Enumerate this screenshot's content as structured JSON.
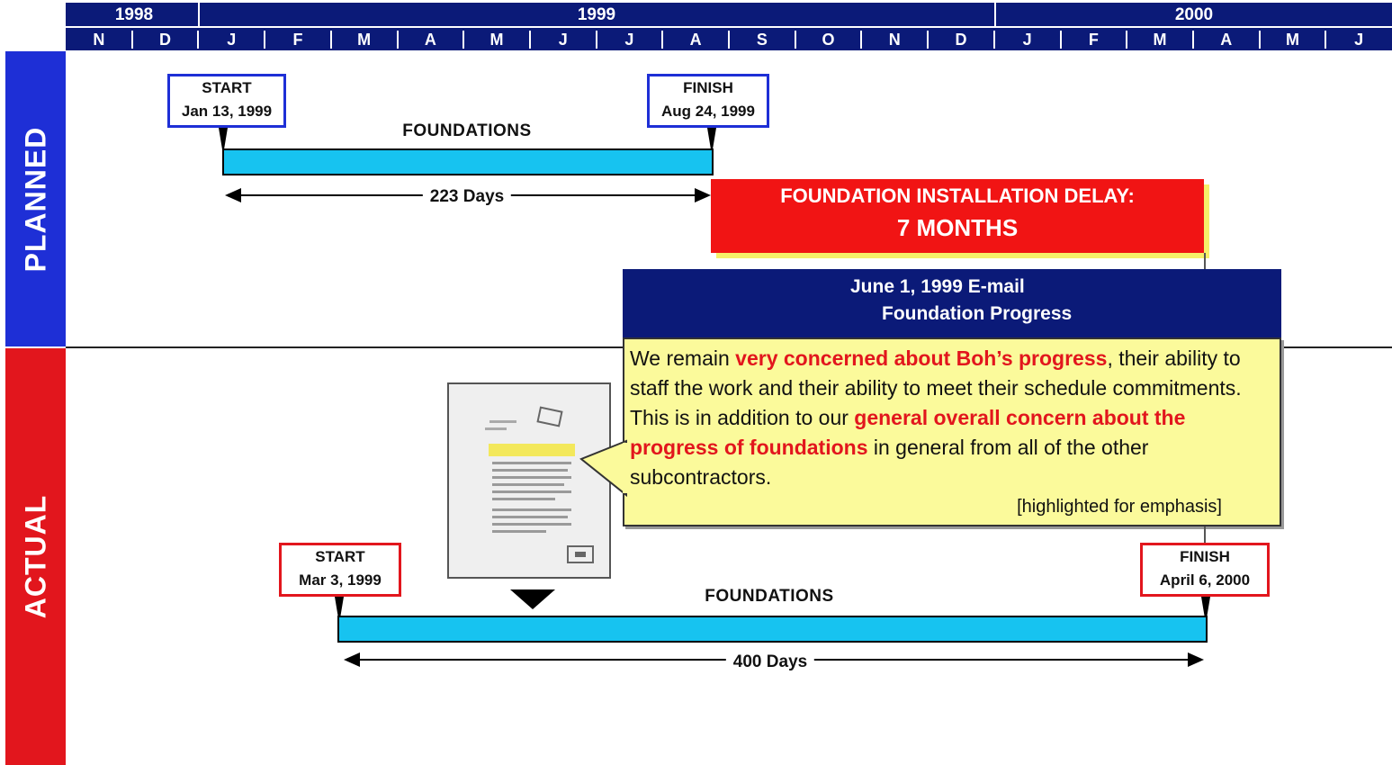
{
  "timeline": {
    "years": [
      {
        "label": "1998"
      },
      {
        "label": "1999"
      },
      {
        "label": "2000"
      }
    ],
    "months": [
      "N",
      "D",
      "J",
      "F",
      "M",
      "A",
      "M",
      "J",
      "J",
      "A",
      "S",
      "O",
      "N",
      "D",
      "J",
      "F",
      "M",
      "A",
      "M",
      "J"
    ]
  },
  "sections": {
    "planned": "PLANNED",
    "actual": "ACTUAL"
  },
  "planned": {
    "start_title": "START",
    "start_date": "Jan 13, 1999",
    "finish_title": "FINISH",
    "finish_date": "Aug 24, 1999",
    "bar_label": "FOUNDATIONS",
    "duration": "223 Days"
  },
  "actual": {
    "start_title": "START",
    "start_date": "Mar 3, 1999",
    "finish_title": "FINISH",
    "finish_date": "April 6, 2000",
    "bar_label": "FOUNDATIONS",
    "duration": "400 Days"
  },
  "delay": {
    "line1": "FOUNDATION INSTALLATION DELAY:",
    "line2": "7 MONTHS"
  },
  "email": {
    "line1": "June 1, 1999 E-mail",
    "line2": "Foundation Progress",
    "quote_parts": [
      {
        "text": "We remain ",
        "highlight": false
      },
      {
        "text": "very concerned about Boh’s progress",
        "highlight": true
      },
      {
        "text": ", their ability to staff the work and their ability to meet their schedule commitments. This is in addition to our ",
        "highlight": false
      },
      {
        "text": "general overall concern about the progress of foundations",
        "highlight": true
      },
      {
        "text": " in general from all of the other subcontractors.",
        "highlight": false
      }
    ],
    "note": "[highlighted for emphasis]"
  },
  "colors": {
    "header_navy": "#0b1a78",
    "planned_blue": "#1e2fd6",
    "actual_red": "#e2161d",
    "bar_cyan": "#17c3f0",
    "quote_yellow": "#fbfa9b"
  }
}
